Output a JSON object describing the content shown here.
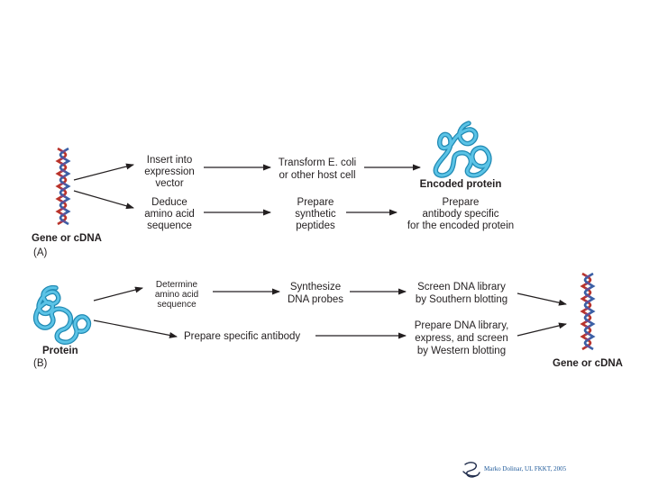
{
  "panel_a": {
    "start_label": "Gene or cDNA",
    "panel_label": "(A)",
    "row1": {
      "step1": [
        "Insert into",
        "expression",
        "vector"
      ],
      "step2": [
        "Transform E. coli",
        "or other host cell"
      ],
      "result": "Encoded protein"
    },
    "row2": {
      "step1": [
        "Deduce",
        "amino acid",
        "sequence"
      ],
      "step2": [
        "Prepare",
        "synthetic",
        "peptides"
      ],
      "step3": [
        "Prepare",
        "antibody specific",
        "for the encoded protein"
      ]
    }
  },
  "panel_b": {
    "start_label": "Protein",
    "panel_label": "(B)",
    "row1": {
      "step1": [
        "Determine",
        "amino acid",
        "sequence"
      ],
      "step2": [
        "Synthesize",
        "DNA probes"
      ],
      "step3": [
        "Screen DNA library",
        "by Southern blotting"
      ]
    },
    "row2": {
      "step1": "Prepare specific antibody",
      "step2": [
        "Prepare DNA library,",
        "express, and screen",
        "by Western blotting"
      ]
    },
    "end_label": "Gene or cDNA"
  },
  "footer": {
    "credit": "Marko Dolinar, UL FKKT, 2005"
  },
  "colors": {
    "arrow": "#231f20",
    "dna_red": "#b9332b",
    "dna_blue": "#3a5fa5",
    "dna_purple": "#7b4b8f",
    "protein": "#5bc3e6",
    "protein_outline": "#1f89b3"
  }
}
